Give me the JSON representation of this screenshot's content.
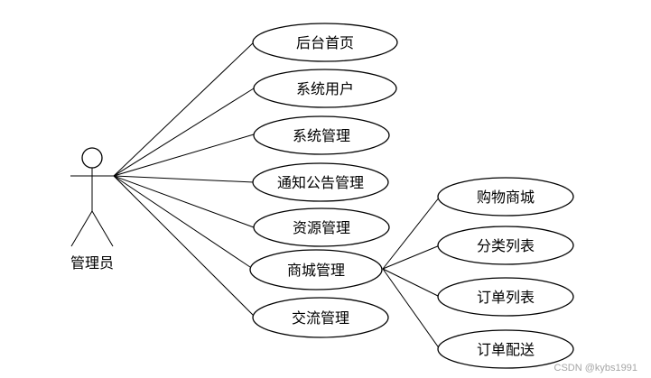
{
  "actor": {
    "label": "管理员"
  },
  "use_cases": {
    "main": [
      "后台首页",
      "系统用户",
      "系统管理",
      "通知公告管理",
      "资源管理",
      "商城管理",
      "交流管理"
    ],
    "mall_sub": [
      "购物商城",
      "分类列表",
      "订单列表",
      "订单配送"
    ]
  },
  "watermark": "CSDN @kybs1991"
}
